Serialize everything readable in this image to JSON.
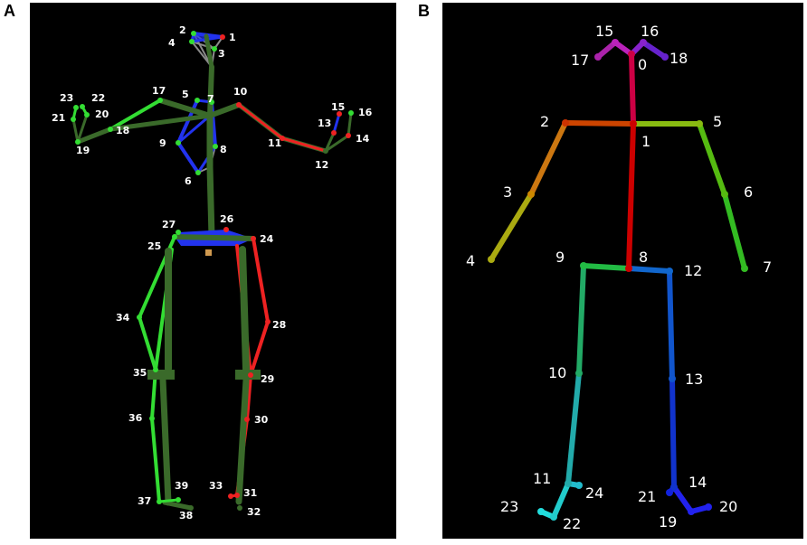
{
  "panels": {
    "a": {
      "letter": "A"
    },
    "b": {
      "letter": "B"
    }
  },
  "panel_a_labels": [
    "1",
    "2",
    "3",
    "4",
    "5",
    "6",
    "7",
    "8",
    "9",
    "10",
    "11",
    "12",
    "13",
    "14",
    "15",
    "16",
    "17",
    "18",
    "19",
    "20",
    "21",
    "22",
    "23",
    "24",
    "25",
    "26",
    "27",
    "28",
    "29",
    "30",
    "31",
    "32",
    "33",
    "34",
    "35",
    "36",
    "37",
    "38",
    "39"
  ],
  "panel_b_labels": [
    "0",
    "1",
    "2",
    "3",
    "4",
    "5",
    "6",
    "7",
    "8",
    "9",
    "10",
    "11",
    "12",
    "13",
    "14",
    "15",
    "16",
    "17",
    "18",
    "19",
    "20",
    "21",
    "22",
    "23",
    "24"
  ],
  "colors": {
    "green": "#33dd33",
    "dark_green": "#3a6a2a",
    "red": "#ee2222",
    "blue": "#2233ee",
    "gray": "#8a8a8a"
  }
}
